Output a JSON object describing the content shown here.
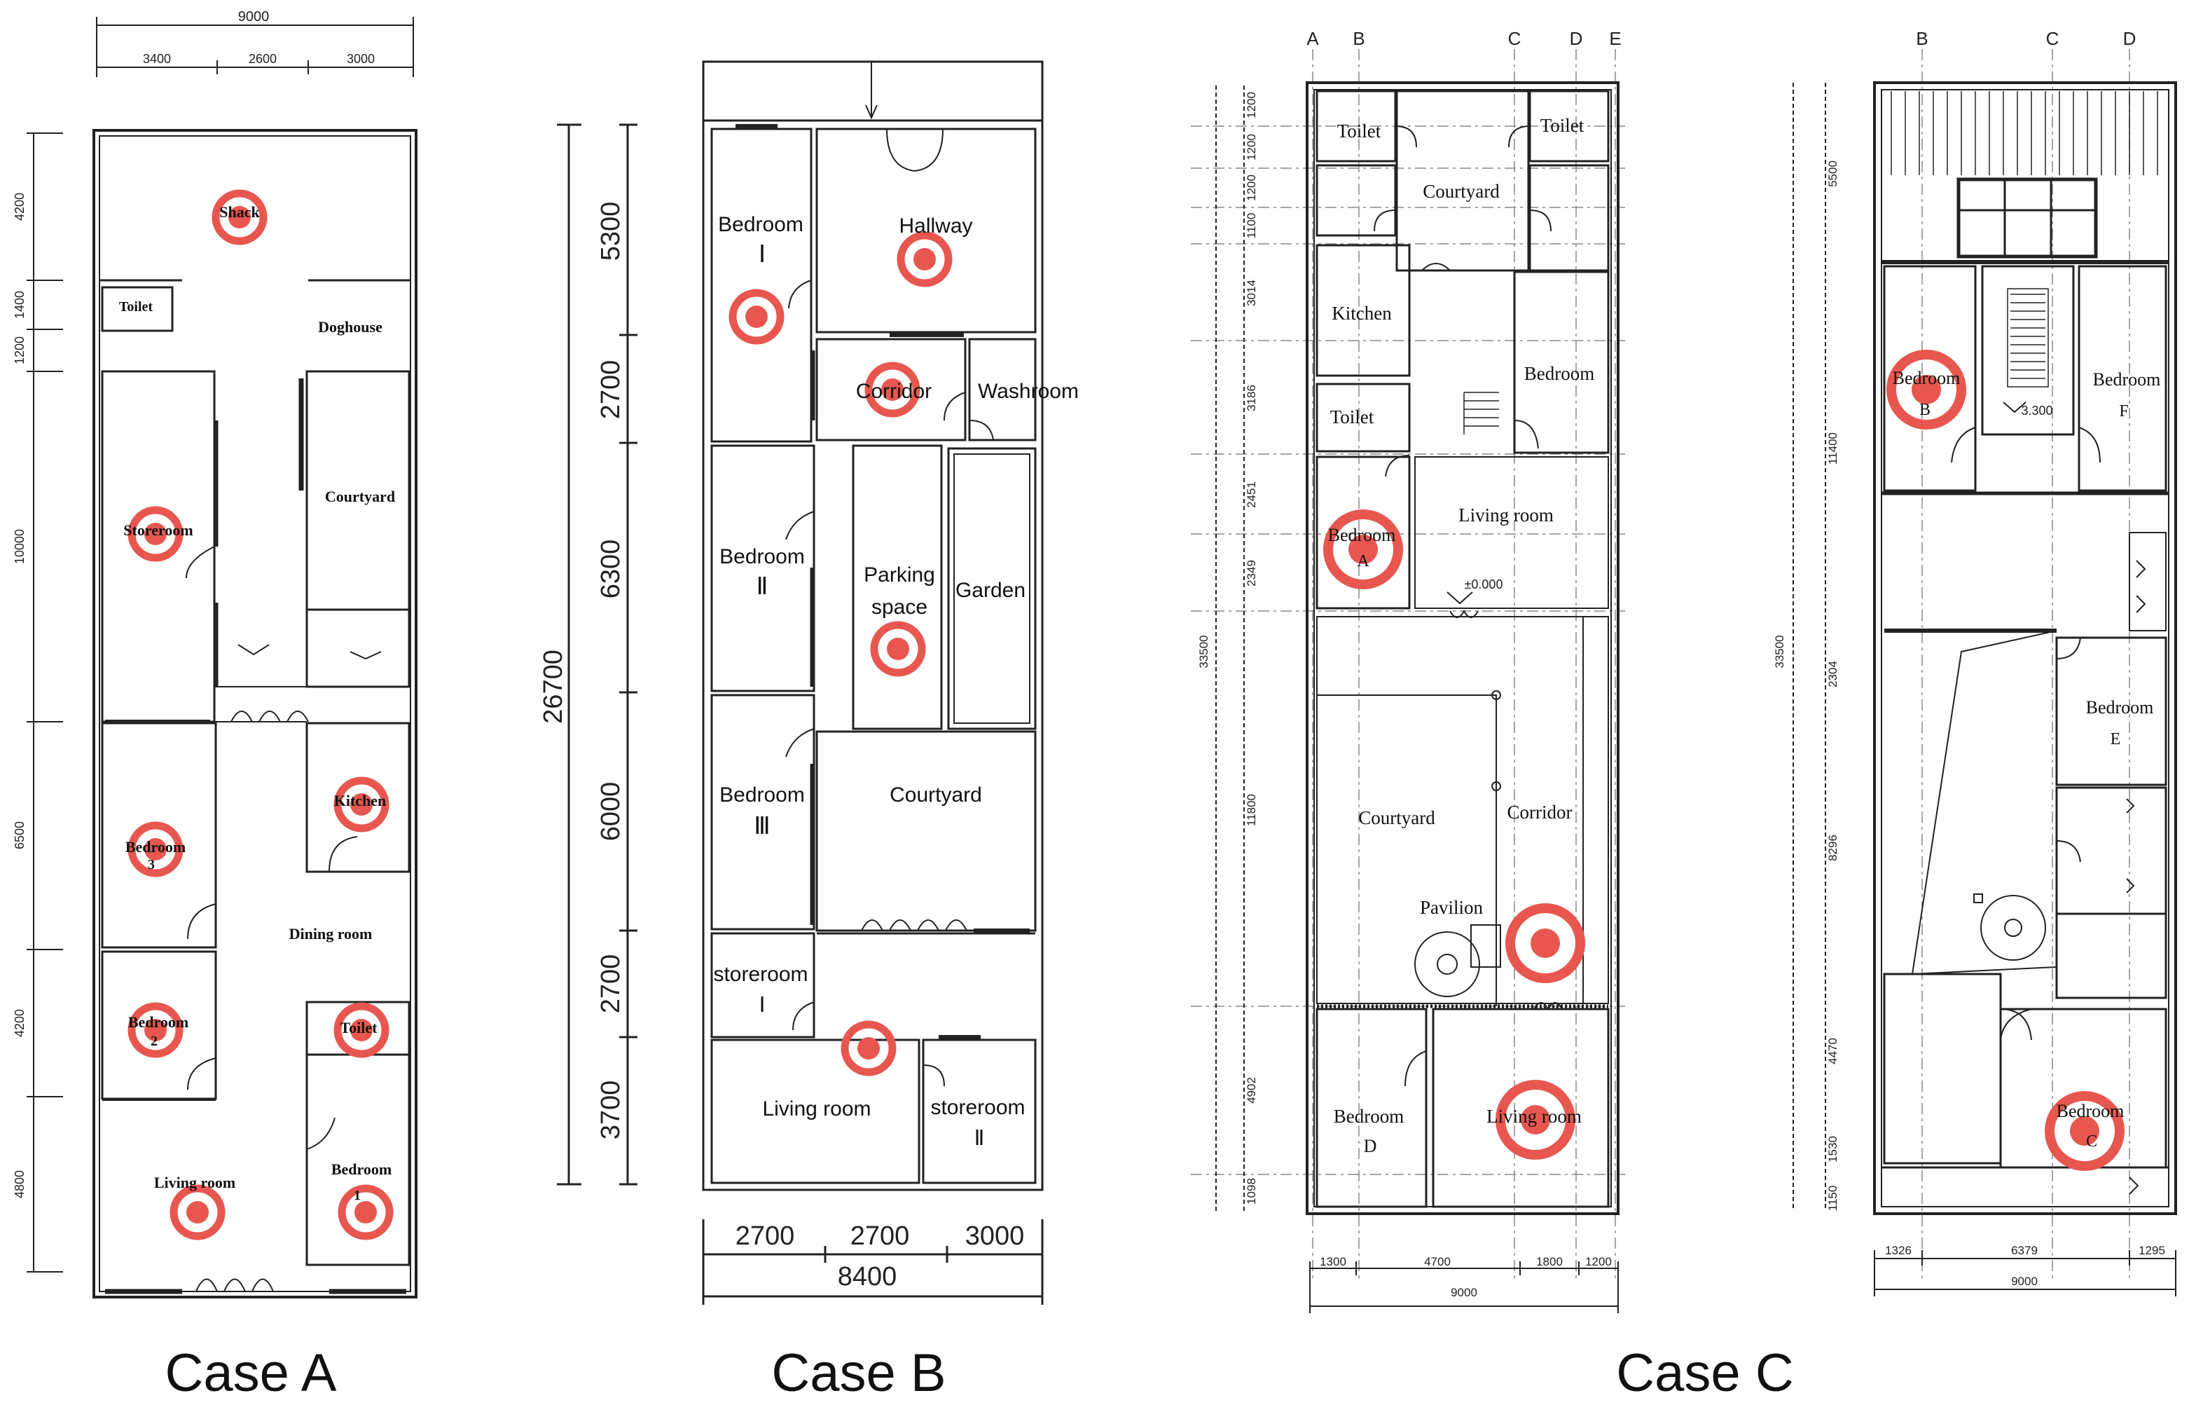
{
  "captions": {
    "a": "Case A",
    "b": "Case B",
    "c": "Case C"
  },
  "colors": {
    "marker": "#e8574f",
    "wall": "#222222"
  },
  "case_a": {
    "dims_top": {
      "total": "9000",
      "d1": "3400",
      "d2": "2600",
      "d3": "3000"
    },
    "dims_left": [
      "4200",
      "1400",
      "1200",
      "10000",
      "6500",
      "4200",
      "4800"
    ],
    "rooms": {
      "shack": "Shack",
      "toilet1": "Toilet",
      "doghouse": "Doghouse",
      "storeroom": "Storeroom",
      "courtyard": "Courtyard",
      "kitchen": "Kitchen",
      "bedroom3": "Bedroom",
      "bedroom3_num": "3",
      "dining": "Dining room",
      "bedroom2": "Bedroom",
      "bedroom2_num": "2",
      "toilet2": "Toilet",
      "living": "Living room",
      "bedroom1": "Bedroom",
      "bedroom1_num": "1"
    }
  },
  "case_b": {
    "dims_left": {
      "total": "26700",
      "d1": "5300",
      "d2": "2700",
      "d3": "6300",
      "d4": "6000",
      "d5": "2700",
      "d6": "3700"
    },
    "dims_bottom": {
      "d1": "2700",
      "d2": "2700",
      "d3": "3000",
      "total": "8400"
    },
    "rooms": {
      "bedroom1": "Bedroom",
      "bedroom1_num": "Ⅰ",
      "hallway": "Hallway",
      "corridor": "Corridor",
      "washroom": "Washroom",
      "bedroom2": "Bedroom",
      "bedroom2_num": "Ⅱ",
      "parking1": "Parking",
      "parking2": "space",
      "garden": "Garden",
      "bedroom3": "Bedroom",
      "bedroom3_num": "Ⅲ",
      "courtyard": "Courtyard",
      "storeroom1": "storeroom",
      "storeroom1_num": "Ⅰ",
      "living": "Living room",
      "storeroom2": "storeroom",
      "storeroom2_num": "Ⅱ"
    }
  },
  "case_c1": {
    "axes": [
      "A",
      "B",
      "C",
      "D",
      "E"
    ],
    "dims_left": [
      "1200",
      "1200",
      "1200",
      "1100",
      "3014",
      "3186",
      "2451",
      "2349",
      "11800",
      "4902",
      "1098"
    ],
    "dim_total": "33500",
    "dims_bottom": {
      "d1": "1300",
      "d2": "4700",
      "d3": "1800",
      "d4": "1200",
      "total": "9000"
    },
    "level": "±0.000",
    "rooms": {
      "toilet1": "Toilet",
      "toilet2": "Toilet",
      "courtyard1": "Courtyard",
      "kitchen": "Kitchen",
      "bedroom": "Bedroom",
      "toilet3": "Toilet",
      "living1": "Living room",
      "bedroomA": "Bedroom",
      "bedroomA_num": "A",
      "courtyard2": "Courtyard",
      "corridor": "Corridor",
      "pavilion": "Pavilion",
      "bedroomD": "Bedroom",
      "bedroomD_num": "D",
      "living2": "Living room"
    }
  },
  "case_c2": {
    "axes": [
      "B",
      "C",
      "D"
    ],
    "dims_left": [
      "5500",
      "11400",
      "2304",
      "8296",
      "4470",
      "1530",
      "1150"
    ],
    "dim_total": "33500",
    "dims_bottom": {
      "d1": "1326",
      "d2": "6379",
      "d3": "1295",
      "total": "9000"
    },
    "level": "3.300",
    "rooms": {
      "bedroomB": "Bedroom",
      "bedroomB_num": "B",
      "bedroomF": "Bedroom",
      "bedroomF_num": "F",
      "bedroomE": "Bedroom",
      "bedroomE_num": "E",
      "bedroomC": "Bedroom",
      "bedroomC_num": "C"
    }
  }
}
